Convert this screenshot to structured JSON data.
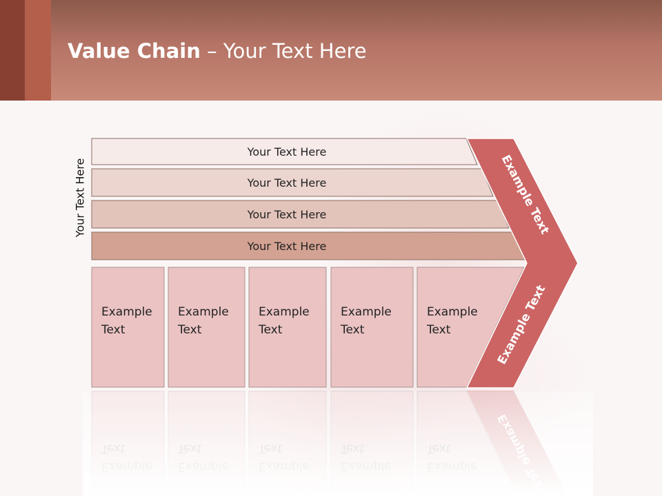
{
  "header": {
    "title_bold": "Value Chain",
    "title_rest": " – Your Text Here"
  },
  "side_label": "Your Text Here",
  "rows": [
    {
      "label": "Your Text Here",
      "fill": "#f7ebea"
    },
    {
      "label": "Your Text Here",
      "fill": "#ecd5cf"
    },
    {
      "label": "Your Text Here",
      "fill": "#e3c4bb"
    },
    {
      "label": "Your Text Here",
      "fill": "#d3a292"
    }
  ],
  "columns": [
    {
      "line1": "Example",
      "line2": "Text"
    },
    {
      "line1": "Example",
      "line2": "Text"
    },
    {
      "line1": "Example",
      "line2": "Text"
    },
    {
      "line1": "Example",
      "line2": "Text"
    },
    {
      "line1": "Example",
      "line2": "Text"
    }
  ],
  "chevron": {
    "upper_label": "Example Text",
    "lower_label": "Example Text",
    "fill": "#cc6464"
  },
  "colors": {
    "column_fill": "#ebc3c3",
    "column_stroke": "#a9928f",
    "row_stroke": "#8a6d66"
  }
}
